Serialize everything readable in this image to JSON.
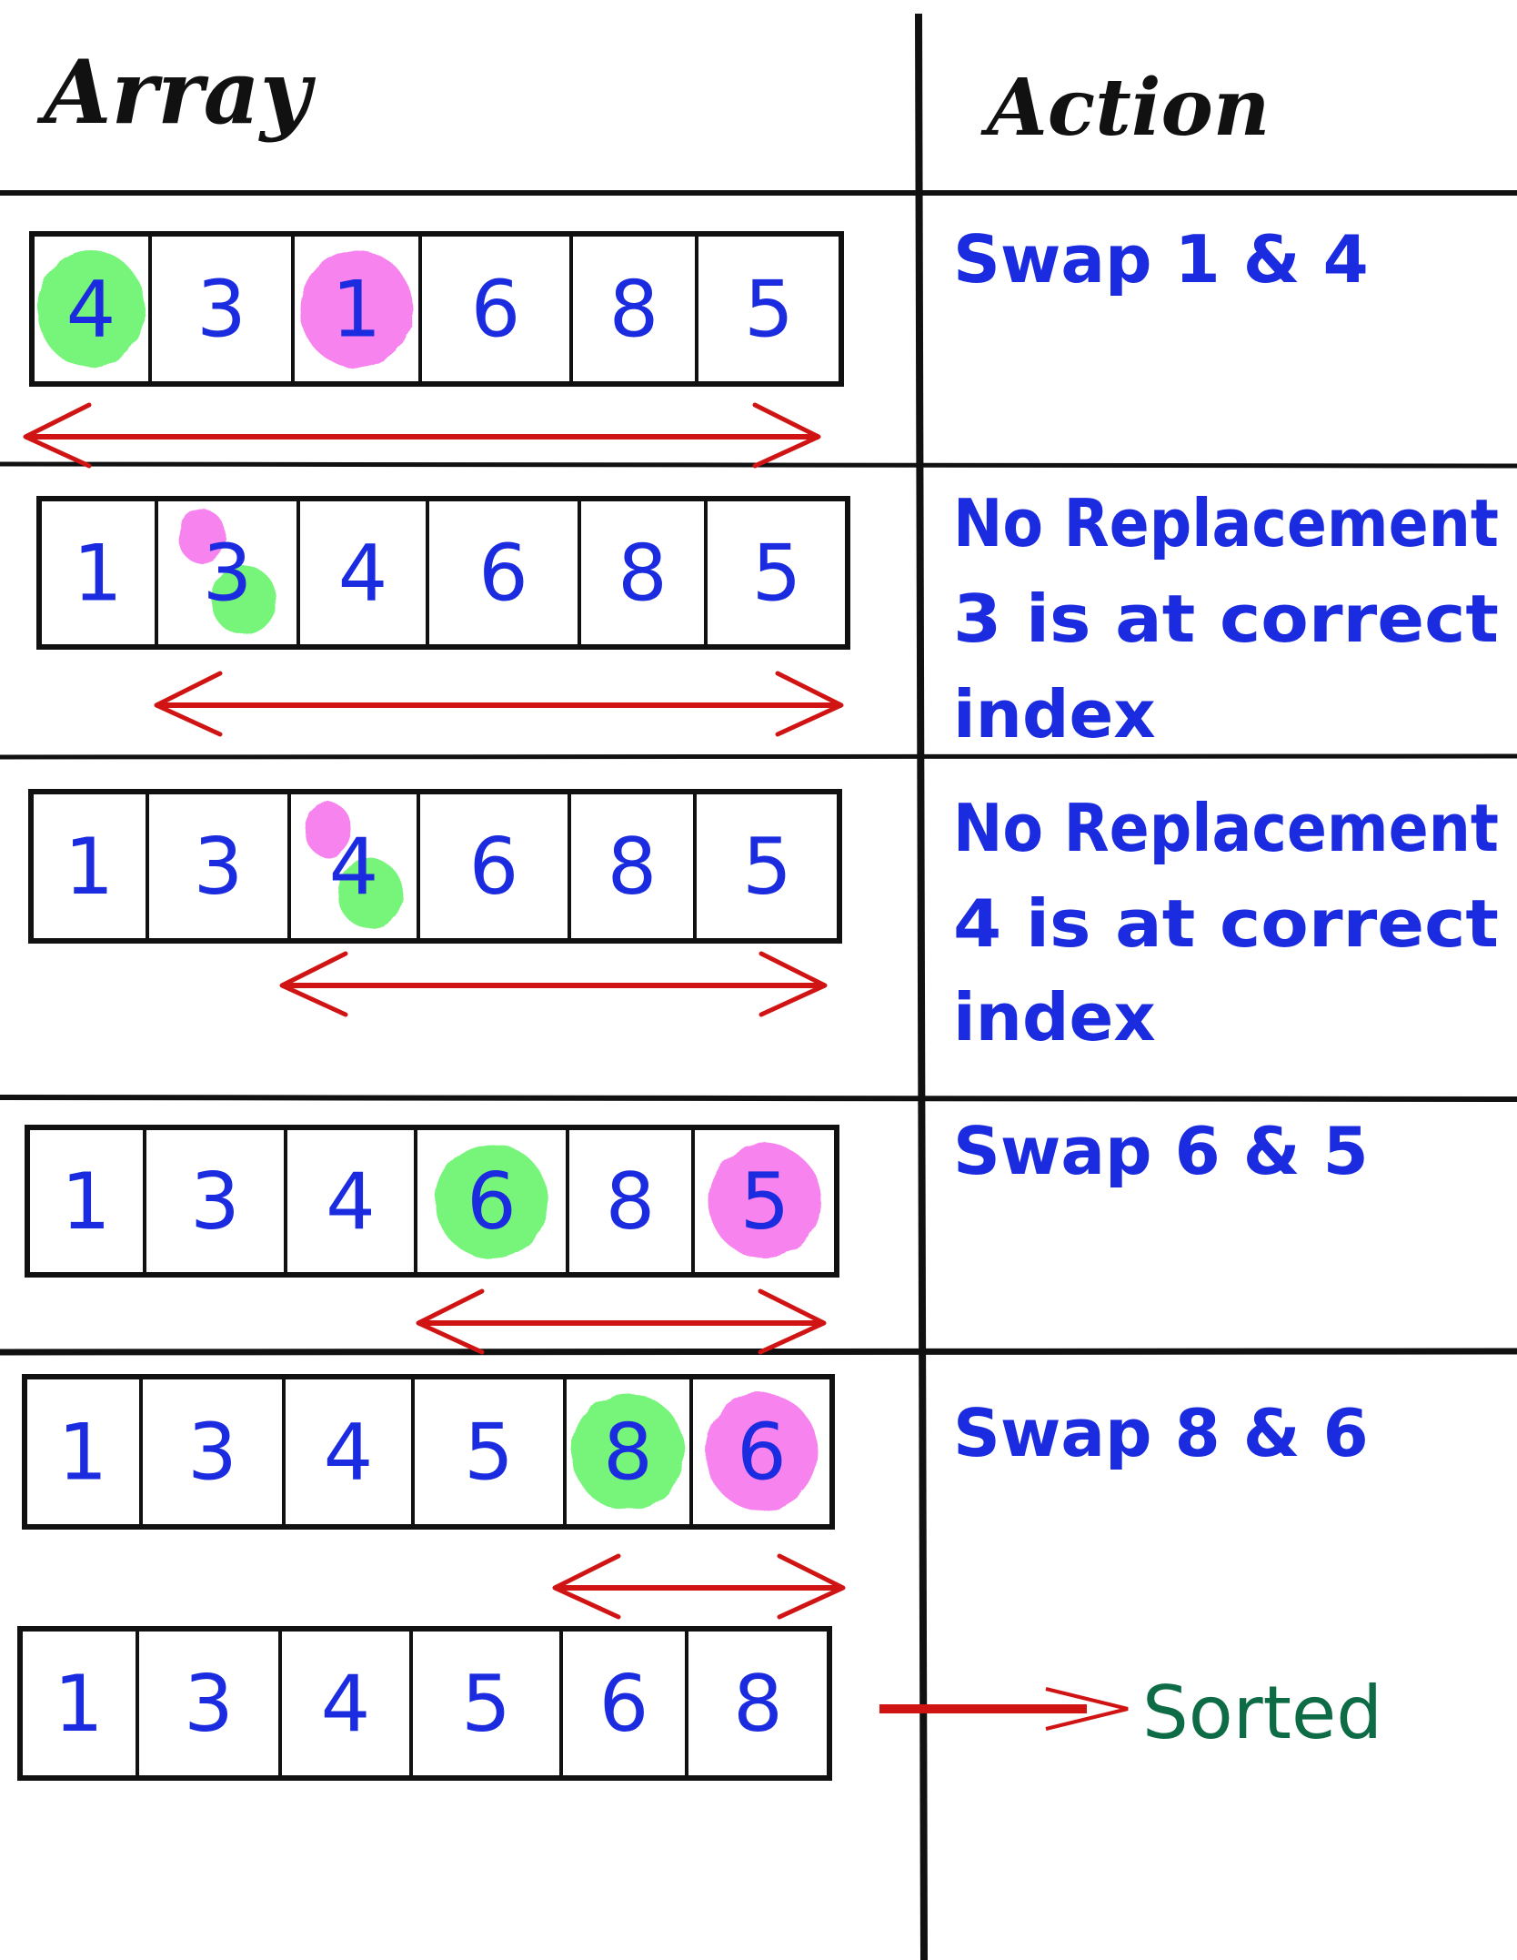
{
  "headers": {
    "array": "Array",
    "action": "Action",
    "action_dot": "."
  },
  "colors": {
    "ink": "#111111",
    "digit": "#1a2be0",
    "action_text": "#1a2be0",
    "arrow": "#d01414",
    "highlight_green": "#76f57a",
    "highlight_pink": "#f783ee",
    "sorted_label": "#0d6b45"
  },
  "rows": [
    {
      "values": [
        "4",
        "3",
        "1",
        "6",
        "8",
        "5"
      ],
      "highlights": [
        {
          "index": 0,
          "color": "green"
        },
        {
          "index": 2,
          "color": "pink"
        }
      ],
      "arrow": {
        "from_index": 0,
        "to_index": 5
      },
      "action_lines": [
        "Swap 1 & 4"
      ]
    },
    {
      "values": [
        "1",
        "3",
        "4",
        "6",
        "8",
        "5"
      ],
      "highlights": [
        {
          "index": 1,
          "color": "pink+green"
        }
      ],
      "arrow": {
        "from_index": 1,
        "to_index": 5
      },
      "action_lines": [
        "No Replacement",
        "3 is at correct",
        "index"
      ]
    },
    {
      "values": [
        "1",
        "3",
        "4",
        "6",
        "8",
        "5"
      ],
      "highlights": [
        {
          "index": 2,
          "color": "pink+green"
        }
      ],
      "arrow": {
        "from_index": 2,
        "to_index": 5
      },
      "action_lines": [
        "No Replacement",
        "4 is at correct",
        "index"
      ]
    },
    {
      "values": [
        "1",
        "3",
        "4",
        "6",
        "8",
        "5"
      ],
      "highlights": [
        {
          "index": 3,
          "color": "green"
        },
        {
          "index": 5,
          "color": "pink"
        }
      ],
      "arrow": {
        "from_index": 3,
        "to_index": 5
      },
      "action_lines": [
        "Swap 6 & 5"
      ]
    },
    {
      "values": [
        "1",
        "3",
        "4",
        "5",
        "8",
        "6"
      ],
      "highlights": [
        {
          "index": 4,
          "color": "green"
        },
        {
          "index": 5,
          "color": "pink"
        }
      ],
      "arrow": {
        "from_index": 4,
        "to_index": 5
      },
      "action_lines": [
        "Swap 8 & 6"
      ]
    },
    {
      "values": [
        "1",
        "3",
        "4",
        "5",
        "6",
        "8"
      ],
      "highlights": [],
      "arrow": null,
      "action_lines": [],
      "result_label": "Sorted"
    }
  ]
}
